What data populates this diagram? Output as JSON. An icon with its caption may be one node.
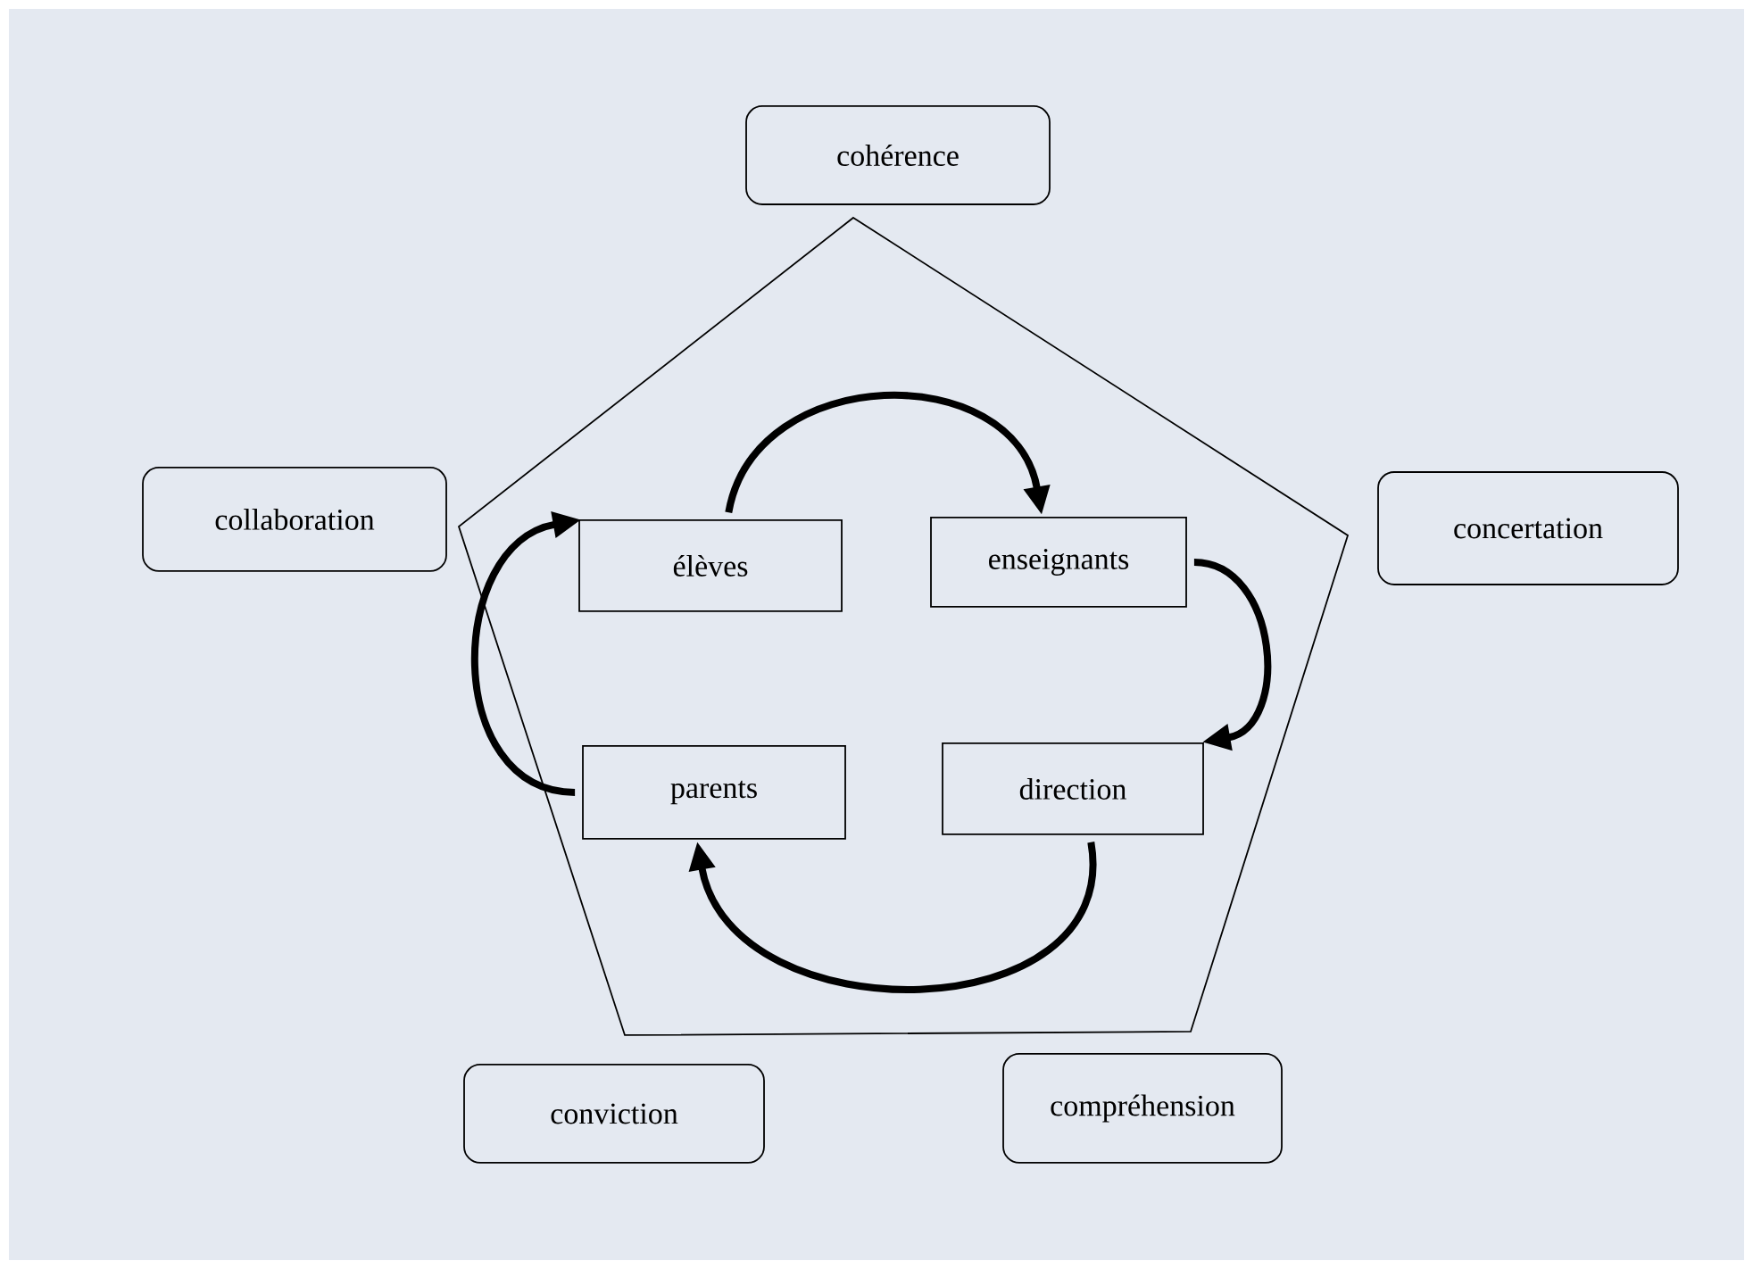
{
  "diagram": {
    "nodes": [
      {
        "text": [
          "cohérence"
        ]
      },
      {
        "text": [
          "collaboration"
        ]
      },
      {
        "text": [
          "concertation"
        ]
      },
      {
        "text": [],
        "shape": "pentagon"
      },
      {
        "text": [
          "élèves"
        ],
        "in": 3
      },
      {
        "text": [
          "enseignants"
        ],
        "in": 3
      },
      {
        "text": [
          "direction"
        ],
        "in": 3
      },
      {
        "text": [
          "parents"
        ],
        "in": 3
      },
      {
        "text": [
          "conviction"
        ]
      },
      {
        "text": [
          "compréhension"
        ]
      }
    ],
    "edges": [
      {
        "from": 4,
        "to": 5,
        "arrow": "to"
      },
      {
        "from": 5,
        "to": 6,
        "arrow": "to"
      },
      {
        "from": 6,
        "to": 7,
        "arrow": "to"
      },
      {
        "from": 7,
        "to": 4,
        "arrow": "to"
      }
    ]
  }
}
